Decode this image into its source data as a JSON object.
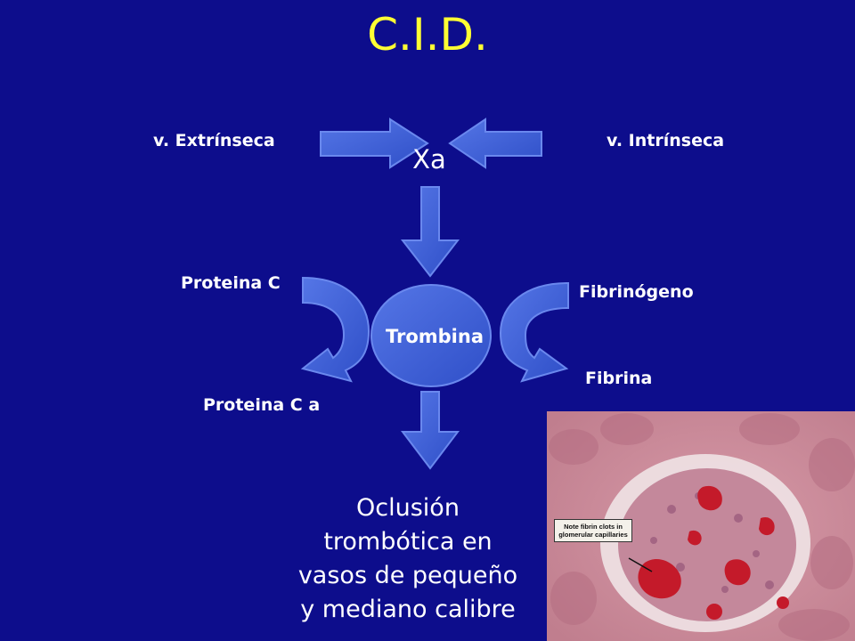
{
  "slide": {
    "title": "C.I.D.",
    "background": "#0d0d8c",
    "title_color": "#ffff33"
  },
  "diagram": {
    "extrinsic_label": "v. Extrínseca",
    "intrinsic_label": "v. Intrínseca",
    "xa_label": "Xa",
    "center_label": "Trombina",
    "protein_c_label": "Proteina C",
    "protein_c_active_label": "Proteina C a",
    "fibrinogen_label": "Fibrinógeno",
    "fibrin_label": "Fibrina",
    "outcome_lines": [
      "Oclusión",
      "trombótica en",
      "vasos de pequeño",
      "y mediano calibre"
    ],
    "arrow_fill": "#3d5ed6",
    "arrow_stroke": "#6a88ee",
    "node_fill": "#3d5ed6"
  },
  "micrograph": {
    "note_text": "Note fibrin clots in glomerular capillaries",
    "tissue_color": "#c98a98",
    "clot_color": "#c41a2a"
  }
}
